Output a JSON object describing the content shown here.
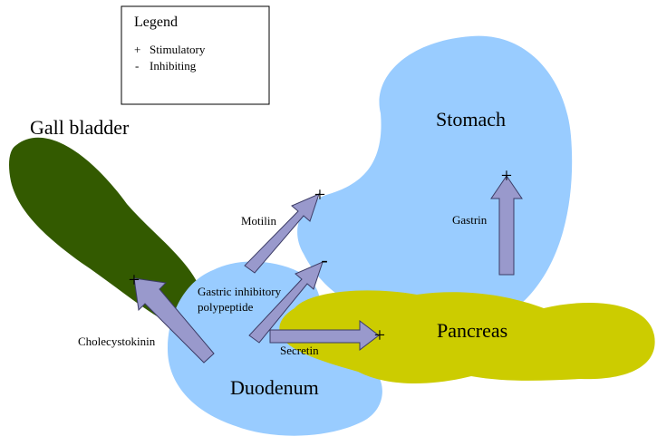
{
  "legend": {
    "title": "Legend",
    "items": [
      {
        "symbol": "+",
        "label": "Stimulatory"
      },
      {
        "symbol": "-",
        "label": "Inhibiting"
      }
    ]
  },
  "organs": {
    "gall_bladder": "Gall bladder",
    "stomach": "Stomach",
    "pancreas": "Pancreas",
    "duodenum": "Duodenum"
  },
  "hormones": {
    "cholecystokinin": "Cholecystokinin",
    "motilin": "Motilin",
    "gip_line1": "Gastric inhibitory",
    "gip_line2": "polypeptide",
    "secretin": "Secretin",
    "gastrin": "Gastrin"
  },
  "effect_marks": {
    "cholecystokinin": "+",
    "motilin": "+",
    "gastric_inhibitory_polypeptide": "-",
    "secretin": "+",
    "gastrin": "+"
  },
  "colors": {
    "gall_bladder": "#335a00",
    "organ_blue": "#99ccff",
    "pancreas": "#cccc00",
    "arrow_fill": "#9999cc",
    "arrow_stroke": "#3c3c66",
    "text": "#000000"
  }
}
